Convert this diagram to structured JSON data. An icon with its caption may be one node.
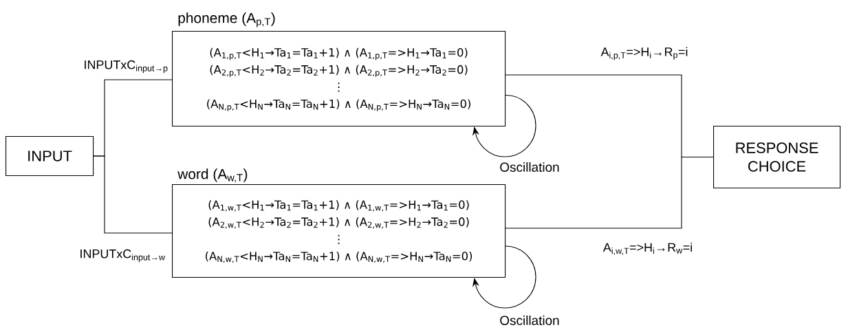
{
  "diagram": {
    "nodes": [
      {
        "text": [
          "INPUT"
        ]
      },
      {
        "text": [
          "phoneme (A$_{p,T}$)",
          "(A$_{1,p,T}$<H$_{1}$→Ta$_{1}$=Ta$_{1}$+1) ∧ (A$_{1,p,T}$=>H$_{1}$→Ta$_{1}$=0)",
          "(A$_{2,p,T}$<H$_{2}$→Ta$_{2}$=Ta$_{2}$+1) ∧ (A$_{2,p,T}$=>H$_{2}$→Ta$_{2}$=0)",
          "⋮",
          "(A$_{N,p,T}$<H$_{N}$→Ta$_{N}$=Ta$_{N}$+1) ∧ (A$_{N,p,T}$=>H$_{N}$→Ta$_{N}$=0)"
        ]
      },
      {
        "text": [
          "word (A$_{w,T}$)",
          "(A$_{1,w,T}$<H$_{1}$→Ta$_{1}$=Ta$_{1}$+1) ∧ (A$_{1,w,T}$=>H$_{1}$→Ta$_{1}$=0)",
          "(A$_{2,w,T}$<H$_{2}$→Ta$_{2}$=Ta$_{2}$+1) ∧ (A$_{2,w,T}$=>H$_{2}$→Ta$_{2}$=0)",
          "⋮",
          "(A$_{N,w,T}$<H$_{N}$→Ta$_{N}$=Ta$_{N}$+1) ∧ (A$_{N,w,T}$=>H$_{N}$→Ta$_{N}$=0)"
        ]
      },
      {
        "text": [
          "RESPONSE CHOICE"
        ]
      }
    ],
    "edges": [
      {
        "from": 0,
        "to": 1,
        "arrow": "none",
        "label": "INPUTxC$_{input→p}$"
      },
      {
        "from": 0,
        "to": 2,
        "arrow": "none",
        "label": "INPUTxC$_{input→w}$"
      },
      {
        "from": 1,
        "to": 1,
        "arrow": "to",
        "label": "Oscillation"
      },
      {
        "from": 2,
        "to": 2,
        "arrow": "to",
        "label": "Oscillation"
      },
      {
        "from": 1,
        "to": 3,
        "arrow": "none",
        "label": "A$_{i,p,T}$=>H$_{i}$→R$_{p}$=i"
      },
      {
        "from": 2,
        "to": 3,
        "arrow": "none",
        "label": "A$_{i,w,T}$=>H$_{i}$→R$_{w}$=i"
      }
    ]
  }
}
